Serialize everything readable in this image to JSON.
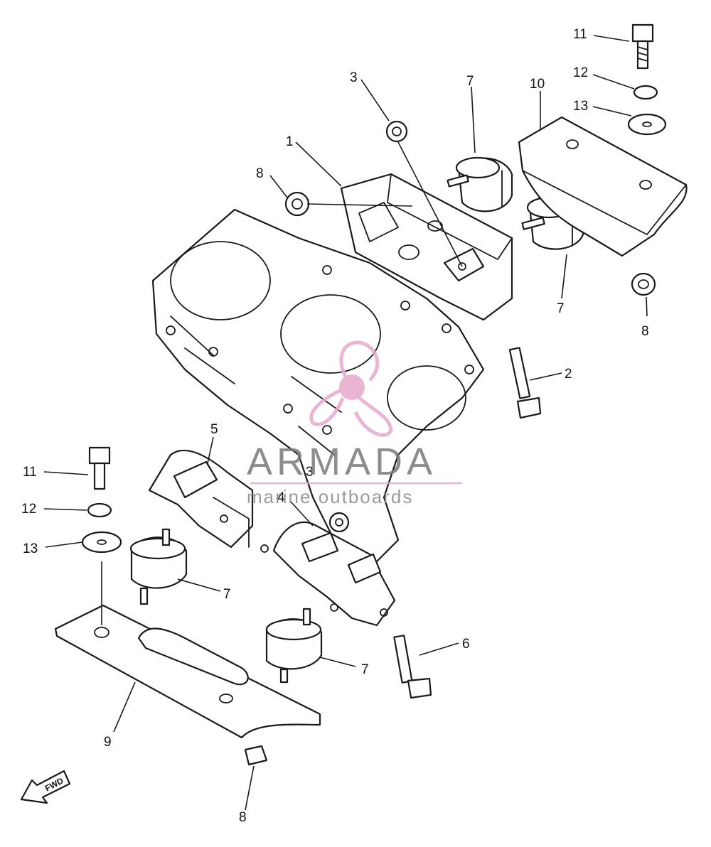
{
  "diagram": {
    "callouts": [
      {
        "id": "c1",
        "label": "1"
      },
      {
        "id": "c2",
        "label": "2"
      },
      {
        "id": "c3a",
        "label": "3"
      },
      {
        "id": "c3b",
        "label": "3"
      },
      {
        "id": "c4",
        "label": "4"
      },
      {
        "id": "c5",
        "label": "5"
      },
      {
        "id": "c6",
        "label": "6"
      },
      {
        "id": "c7a",
        "label": "7"
      },
      {
        "id": "c7b",
        "label": "7"
      },
      {
        "id": "c7c",
        "label": "7"
      },
      {
        "id": "c7d",
        "label": "7"
      },
      {
        "id": "c8a",
        "label": "8"
      },
      {
        "id": "c8b",
        "label": "8"
      },
      {
        "id": "c8c",
        "label": "8"
      },
      {
        "id": "c9",
        "label": "9"
      },
      {
        "id": "c10",
        "label": "10"
      },
      {
        "id": "c11a",
        "label": "11"
      },
      {
        "id": "c11b",
        "label": "11"
      },
      {
        "id": "c12a",
        "label": "12"
      },
      {
        "id": "c12b",
        "label": "12"
      },
      {
        "id": "c13a",
        "label": "13"
      },
      {
        "id": "c13b",
        "label": "13"
      }
    ],
    "fwd_arrow_label": "FWD"
  },
  "watermark": {
    "brand": "ARMADA",
    "tagline": "marine outboards",
    "logo_color": "#e7a9cc",
    "text_color": "#7a7a7a"
  }
}
